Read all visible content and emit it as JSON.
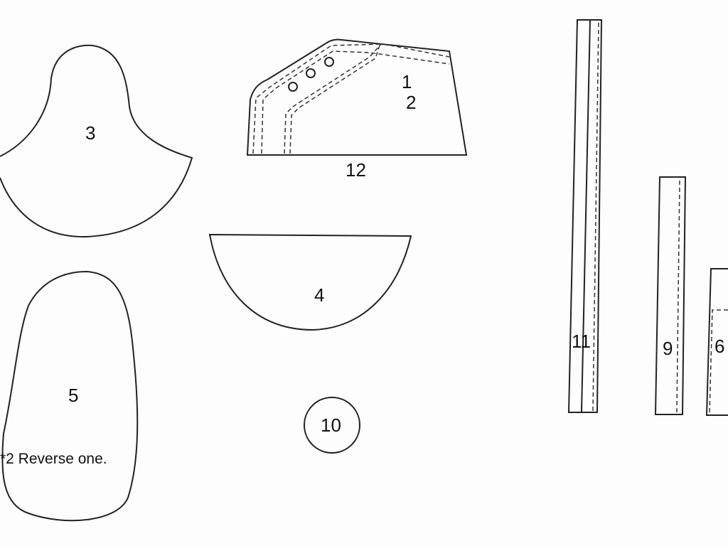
{
  "title": "Sewing pattern pieces",
  "pieces": {
    "p1": "1",
    "p2": "2",
    "p3": "3",
    "p4": "4",
    "p5": "5",
    "p6": "6",
    "p9": "9",
    "p10": "10",
    "p11": "11",
    "p12": "12"
  },
  "note": "*2 Reverse one."
}
